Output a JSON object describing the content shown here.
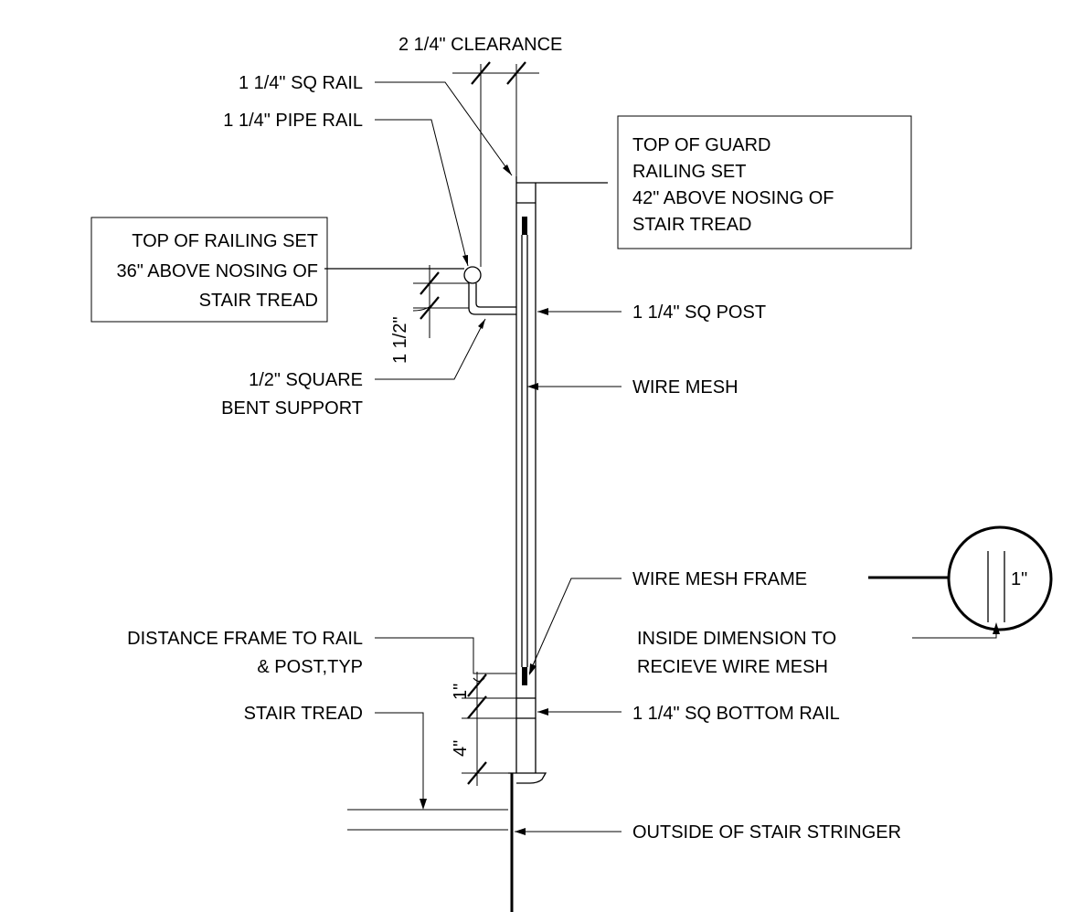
{
  "labels": {
    "clearance": "2 1/4\" CLEARANCE",
    "sq_rail": "1 1/4\" SQ RAIL",
    "pipe_rail": "1 1/4\" PIPE RAIL",
    "guard_top": [
      "TOP OF GUARD",
      "RAILING SET",
      "42\" ABOVE NOSING OF",
      "STAIR TREAD"
    ],
    "railing_top": [
      "TOP OF RAILING SET",
      "36\" ABOVE NOSING OF",
      "STAIR TREAD"
    ],
    "sq_post": "1 1/4\" SQ POST",
    "dim_1_1_2": "1 1/2\"",
    "bent_support": [
      "1/2\" SQUARE",
      "BENT SUPPORT"
    ],
    "wire_mesh": "WIRE MESH",
    "wire_mesh_frame": "WIRE MESH FRAME",
    "detail_dim": "1\"",
    "inside_dimension": [
      "INSIDE DIMENSION TO",
      "RECIEVE WIRE MESH"
    ],
    "distance_frame": [
      "DISTANCE FRAME TO RAIL",
      "& POST,TYP"
    ],
    "dim_1": "1\"",
    "stair_tread": "STAIR TREAD",
    "bottom_rail": "1 1/4\" SQ BOTTOM RAIL",
    "dim_4": "4\"",
    "stringer": "OUTSIDE OF STAIR STRINGER"
  }
}
